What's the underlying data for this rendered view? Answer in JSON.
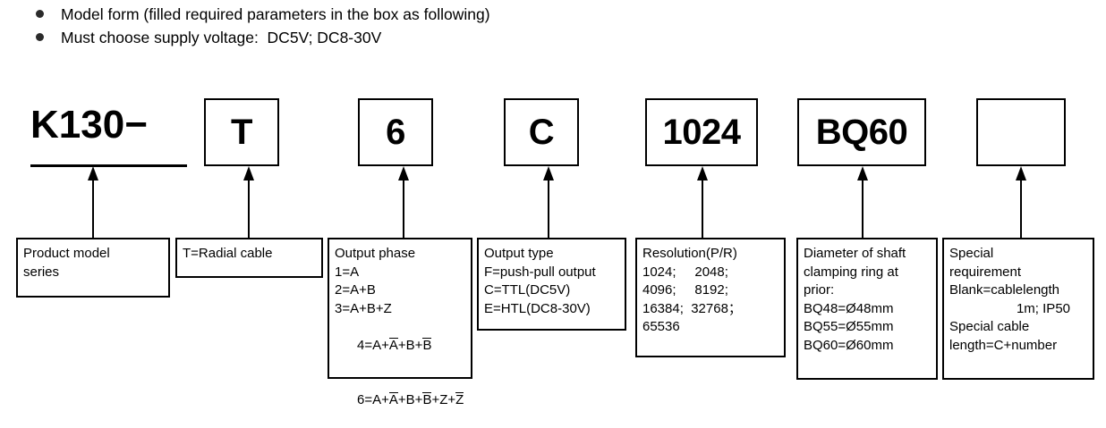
{
  "header": {
    "bullets": [
      "Model form (filled required parameters in the box as following)",
      "Must choose supply voltage:  DC5V; DC8-30V"
    ]
  },
  "model_string": {
    "series_label": "K130−",
    "segments": [
      {
        "code": "T"
      },
      {
        "code": "6"
      },
      {
        "code": "C"
      },
      {
        "code": "1024"
      },
      {
        "code": "BQ60"
      },
      {
        "code": ""
      }
    ]
  },
  "descriptions": [
    {
      "name": "product-model-series",
      "lines": [
        "Product model",
        "series"
      ]
    },
    {
      "name": "radial-cable",
      "lines": [
        "T=Radial cable"
      ]
    },
    {
      "name": "output-phase",
      "title": "Output phase",
      "lines": [
        "1=A",
        "2=A+B",
        "3=A+B+Z"
      ],
      "overline_lines": [
        {
          "prefix": "4=A+",
          "parts": [
            {
              "bar": "A"
            },
            {
              "plain": "+B+"
            },
            {
              "bar": "B"
            }
          ]
        },
        {
          "prefix": "6=A+",
          "parts": [
            {
              "bar": "A"
            },
            {
              "plain": "+B+"
            },
            {
              "bar": "B"
            },
            {
              "plain": "+Z+"
            },
            {
              "bar": "Z"
            }
          ]
        }
      ]
    },
    {
      "name": "output-type",
      "lines": [
        "Output type",
        "F=push-pull output",
        "C=TTL(DC5V)",
        "E=HTL(DC8-30V)"
      ]
    },
    {
      "name": "resolution",
      "lines": [
        "Resolution(P/R)",
        "1024;     2048;",
        "4096;     8192;",
        "16384;  32768；",
        "65536"
      ]
    },
    {
      "name": "shaft-diameter",
      "lines": [
        "Diameter of shaft",
        "clamping ring at",
        "prior:",
        "BQ48=Ø48mm",
        "BQ55=Ø55mm",
        "BQ60=Ø60mm"
      ]
    },
    {
      "name": "special-requirement",
      "lines": [
        "Special",
        "requirement",
        "Blank=cablelength",
        "1m; IP50",
        "Special cable",
        "length=C+number"
      ],
      "right_aligned_index": 3
    }
  ]
}
